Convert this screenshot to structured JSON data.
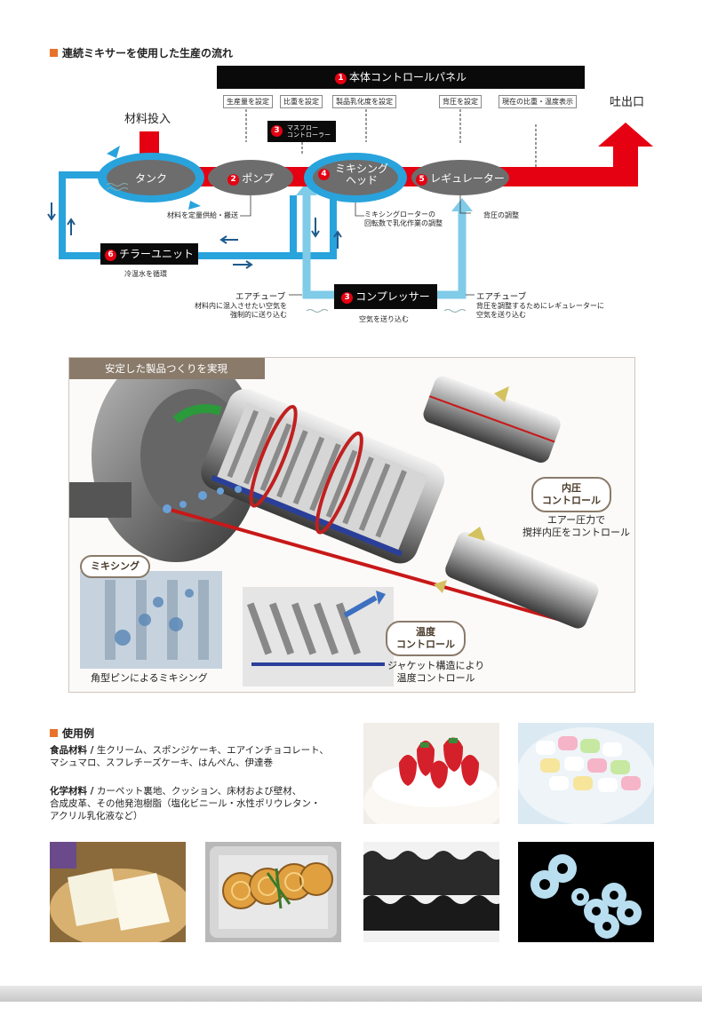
{
  "section1": {
    "title": "連続ミキサーを使用した生産の流れ"
  },
  "flow": {
    "control_panel": {
      "num": "1",
      "label": "本体コントロールパネル"
    },
    "settings": [
      "生産量を設定",
      "比重を設定",
      "製品乳化度を設定",
      "背圧を設定",
      "現在の比重・温度表示"
    ],
    "massflow": {
      "num": "3",
      "label": "マスフロー\nコントローラー"
    },
    "input_label": "材料投入",
    "output_label": "吐出口",
    "tank": "タンク",
    "pump": {
      "num": "2",
      "label": "ポンプ"
    },
    "mixing_head": {
      "num": "4",
      "label": "ミキシング\nヘッド"
    },
    "regulator": {
      "num": "5",
      "label": "レギュレーター"
    },
    "chiller": {
      "num": "6",
      "label": "チラーユニット"
    },
    "compressor": {
      "num": "3",
      "label": "コンプレッサー"
    },
    "notes": {
      "pump": "材料を定量供給・搬送",
      "mixing": "ミキシングローターの\n回転数で乳化作業の調整",
      "regulator": "背圧の調整",
      "chiller": "冷温水を循環",
      "compressor": "空気を送り込む",
      "air_tube_left_title": "エアチューブ",
      "air_tube_left": "材料内に混入させたい空気を\n強制的に送り込む",
      "air_tube_right_title": "エアチューブ",
      "air_tube_right": "背圧を調整するためにレギュレーターに\n空気を送り込む"
    }
  },
  "section2": {
    "banner": "安定した製品つくりを実現",
    "bubble_pressure": "内圧\nコントロール",
    "pressure_caption": "エアー圧力で\n撹拌内圧をコントロール",
    "bubble_mixing": "ミキシング",
    "mixing_caption": "角型ピンによるミキシング",
    "bubble_temp": "温度\nコントロール",
    "temp_caption": "ジャケット構造により\n温度コントロール"
  },
  "usage": {
    "title": "使用例",
    "food_head": "食品材料 /",
    "food_text": " 生クリーム、スポンジケーキ、エアインチョコレート、\nマシュマロ、スフレチーズケーキ、はんぺん、伊達巻",
    "chem_head": "化学材料 /",
    "chem_text": " カーペット裏地、クッション、床材および壁材、\n合成皮革、その他発泡樹脂（塩化ビニール・水性ポリウレタン・\nアクリル乳化液など）"
  },
  "colors": {
    "accent": "#e8722a",
    "red": "#e50012",
    "blue": "#29a3dc",
    "lightblue": "#7fcbe8"
  }
}
